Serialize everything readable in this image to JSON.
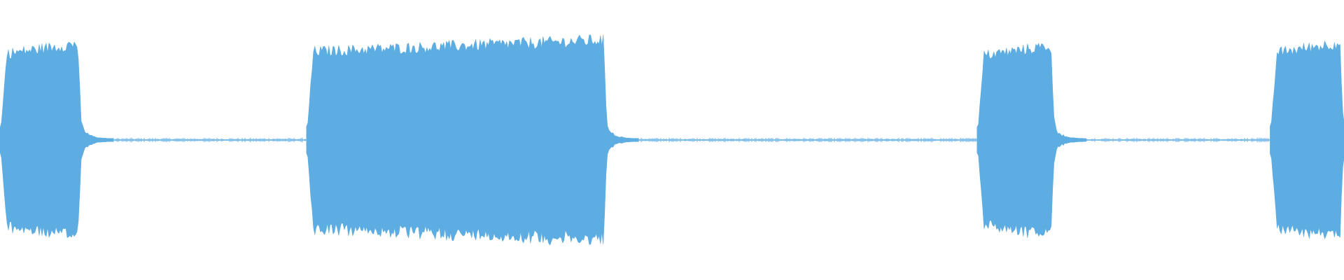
{
  "waveform": {
    "color": "#5DADE2",
    "background": "#FFFFFF",
    "normalized_peak_amplitude": 0.38,
    "normalized_silence_amplitude": 0.005,
    "sound_regions": [
      {
        "start": 0.0,
        "end": 0.061,
        "level": 0.95
      },
      {
        "start": 0.228,
        "end": 0.452,
        "level": 0.98
      },
      {
        "start": 0.727,
        "end": 0.785,
        "level": 0.93
      },
      {
        "start": 0.945,
        "end": 1.0,
        "level": 0.96
      }
    ]
  }
}
